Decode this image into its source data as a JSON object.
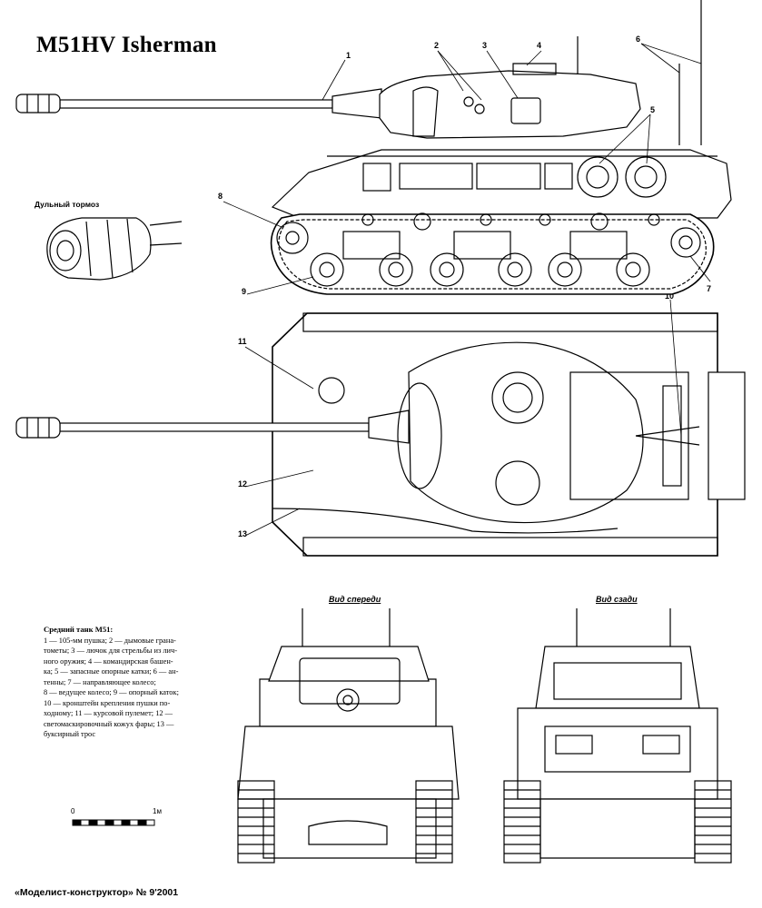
{
  "title": "M51HV Isherman",
  "muzzle_brake_label": "Дульный тормоз",
  "legend": {
    "heading": "Средний танк M51:",
    "lines": [
      "1 — 105-мм пушка; 2 — дымовые грана-",
      "тометы; 3 — лючок для стрельбы из лич-",
      "ного оружия; 4 — командирская башен-",
      "ка; 5 — запасные опорные катки; 6 — ан-",
      "тенны; 7 — направляющее колесо;",
      "8 — ведущее колесо; 9 — опорный каток;",
      "10 — кронштейн крепления пушки по-",
      "ходному; 11 — курсовой пулемет; 12 —",
      "светомаскировочный кожух фары; 13 —",
      "буксирный трос"
    ]
  },
  "views": {
    "front": "Вид спереди",
    "rear": "Вид сзади"
  },
  "scale": {
    "zero": "0",
    "one": "1м"
  },
  "footer": "«Моделист-конструктор» № 9'2001",
  "callouts": [
    "1",
    "2",
    "3",
    "4",
    "5",
    "6",
    "7",
    "8",
    "9",
    "10",
    "11",
    "12",
    "13"
  ]
}
